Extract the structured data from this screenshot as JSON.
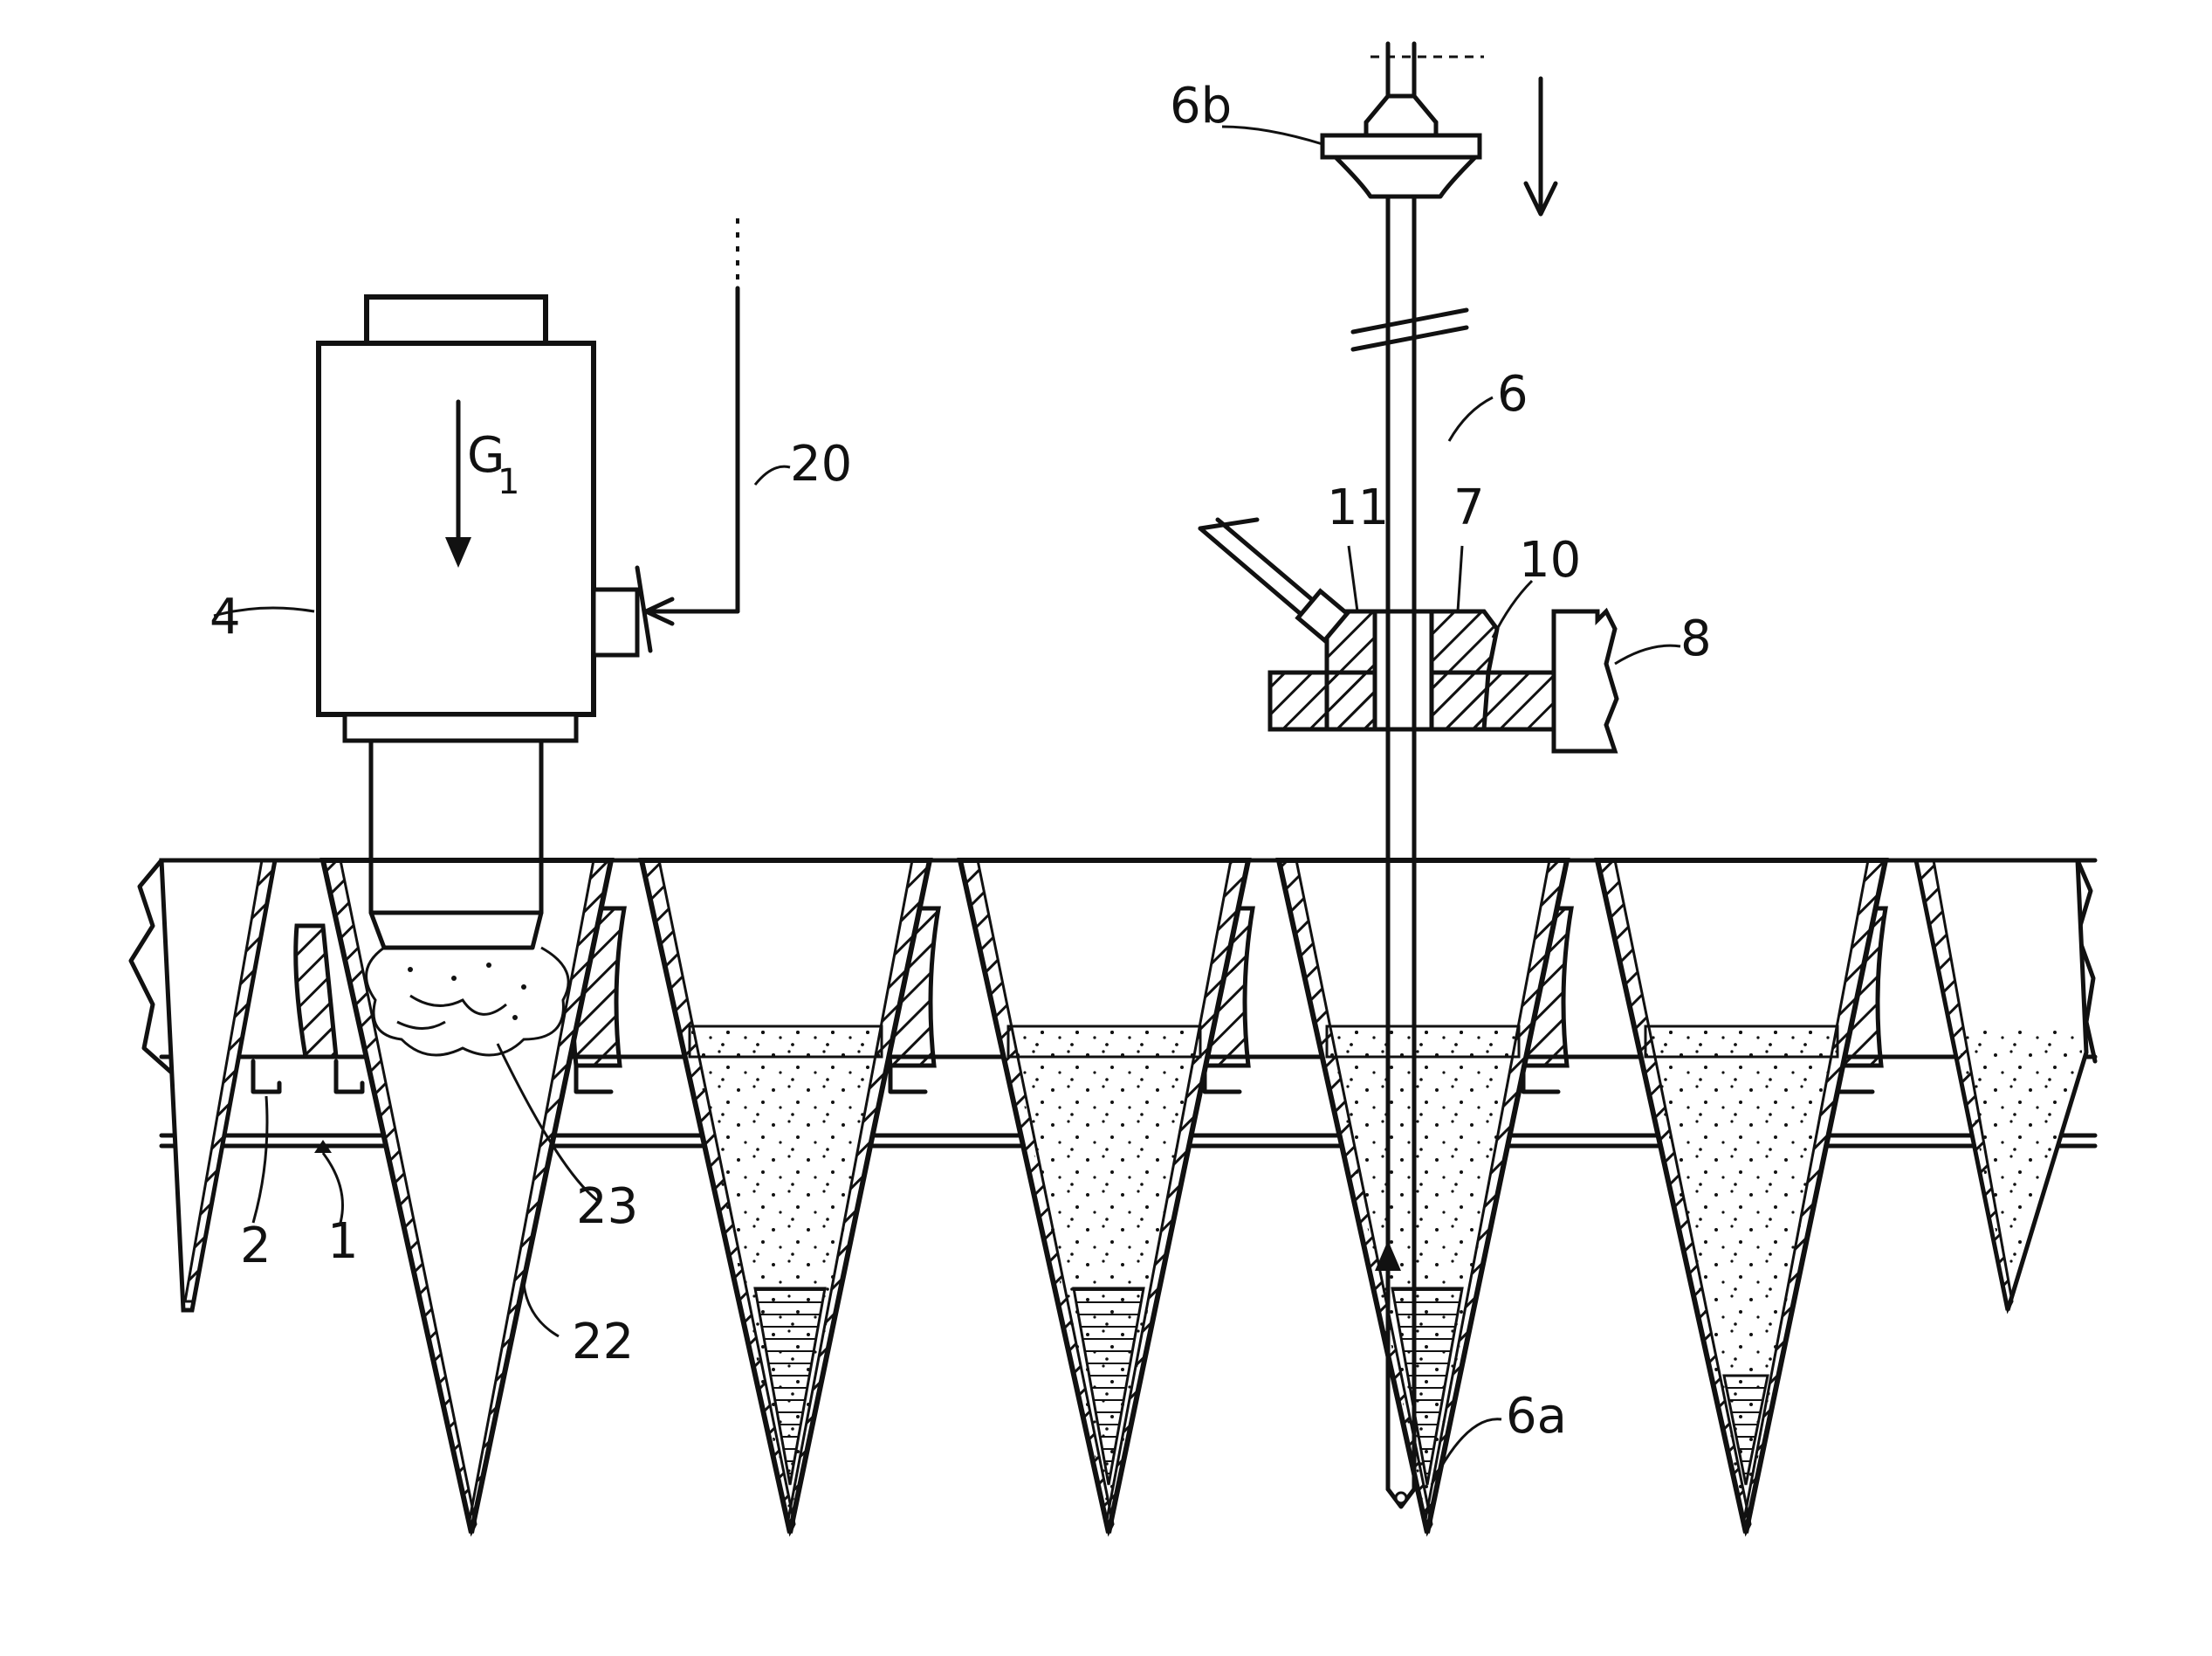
{
  "labels": {
    "tank": "4",
    "flow_symbol": "G",
    "flow_subscript": "1",
    "feed_line": "20",
    "probe_head": "6b",
    "probe": "6",
    "guide_tube": "11",
    "guide_block": "7",
    "seal": "10",
    "frame": "8",
    "probe_tip": "6a",
    "foam": "23",
    "cone": "22",
    "rail": "2",
    "conveyor": "1"
  },
  "colors": {
    "ink": "#111111",
    "paper": "#ffffff"
  }
}
